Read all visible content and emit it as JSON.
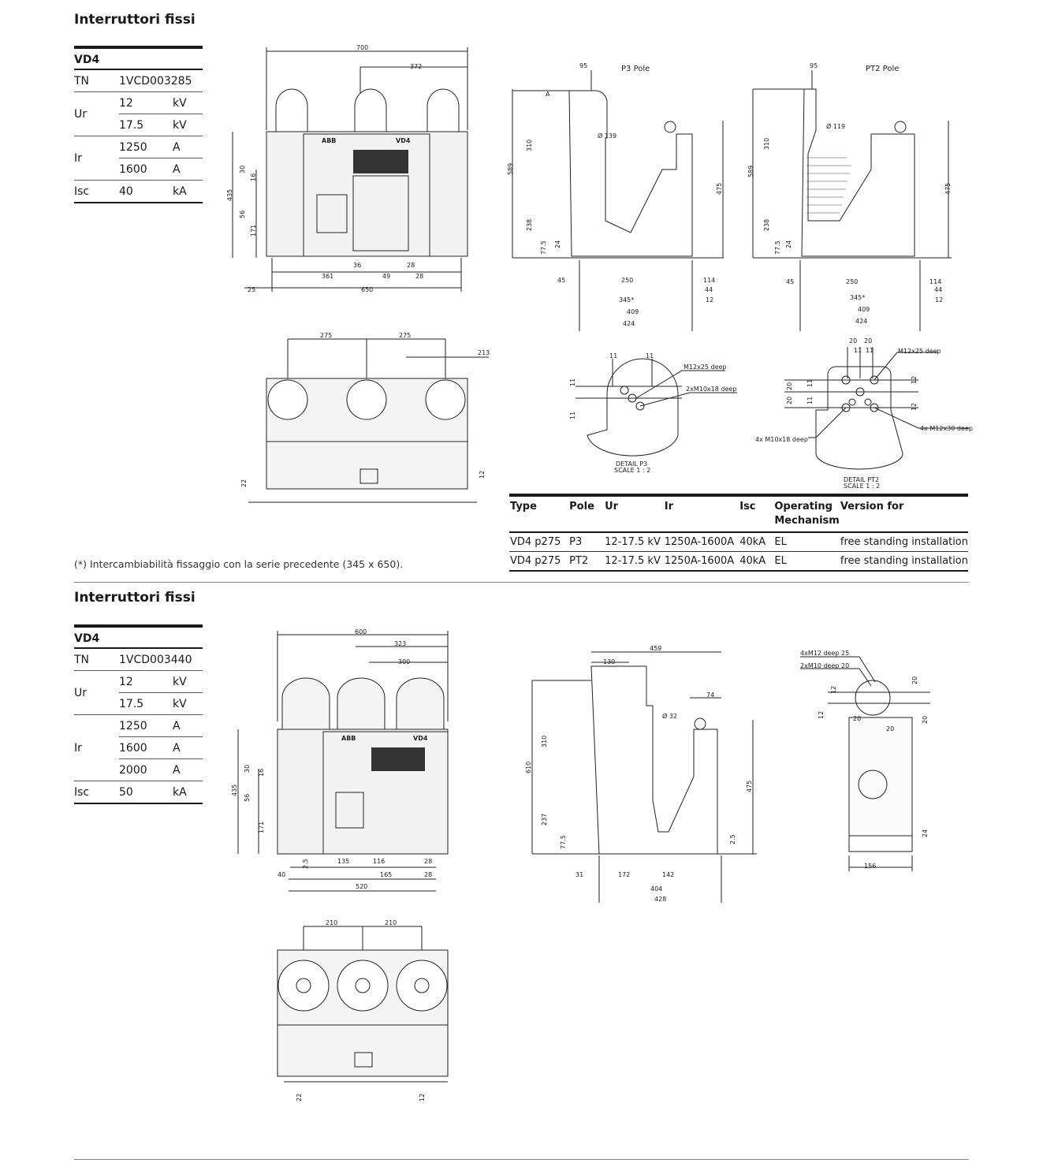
{
  "section1": {
    "title": "Interruttori fissi",
    "spec": {
      "header": "VD4",
      "tn_label": "TN",
      "tn": "1VCD003285",
      "ur_label": "Ur",
      "ur": [
        {
          "v": "12",
          "u": "kV"
        },
        {
          "v": "17.5",
          "u": "kV"
        }
      ],
      "ir_label": "Ir",
      "ir": [
        {
          "v": "1250",
          "u": "A"
        },
        {
          "v": "1600",
          "u": "A"
        }
      ],
      "isc_label": "Isc",
      "isc": {
        "v": "40",
        "u": "kA"
      }
    },
    "front_dims": [
      "700",
      "372",
      "30",
      "16",
      "435",
      "56",
      "171",
      "36",
      "28",
      "361",
      "49",
      "28",
      "25",
      "650"
    ],
    "p3": {
      "title": "P3 Pole",
      "dims": [
        "95",
        "A",
        "310",
        "589",
        "238",
        "77.5",
        "24",
        "Ø 139",
        "475",
        "45",
        "250",
        "114",
        "44",
        "12",
        "345*",
        "409",
        "424"
      ]
    },
    "pt2": {
      "title": "PT2 Pole",
      "dims": [
        "95",
        "310",
        "589",
        "238",
        "77.5",
        "24",
        "Ø 119",
        "475",
        "45",
        "250",
        "114",
        "44",
        "12",
        "345*",
        "409",
        "424"
      ]
    },
    "top_dims": [
      "275",
      "275",
      "213",
      "22",
      "12"
    ],
    "detail_p3": {
      "dims": [
        "11",
        "11",
        "11",
        "11",
        "M12x25 deep",
        "2xM10x18 deep"
      ],
      "caption": "DETAIL P3",
      "scale": "SCALE 1 : 2"
    },
    "detail_pt2": {
      "dims": [
        "20",
        "20",
        "11",
        "11",
        "20",
        "20",
        "11",
        "11",
        "12",
        "12",
        "M12x25 deep",
        "4x M12x30 deep",
        "4x M10x18 deep"
      ],
      "caption": "DETAIL PT2",
      "scale": "SCALE 1 : 2"
    },
    "footnote": "(*) Intercambiabilità  fissaggio con la  serie precedente (345 x 650).",
    "table": {
      "headers": [
        "Type",
        "Pole",
        "Ur",
        "Ir",
        "Isc",
        "Operating Mechanism",
        "Version for"
      ],
      "rows": [
        [
          "VD4 p275",
          "P3",
          "12-17.5 kV",
          "1250A-1600A",
          "40kA",
          "EL",
          "free standing installation"
        ],
        [
          "VD4 p275",
          "PT2",
          "12-17.5 kV",
          "1250A-1600A",
          "40kA",
          "EL",
          "free standing installation"
        ]
      ]
    }
  },
  "section2": {
    "title": "Interruttori fissi",
    "spec": {
      "header": "VD4",
      "tn_label": "TN",
      "tn": "1VCD003440",
      "ur_label": "Ur",
      "ur": [
        {
          "v": "12",
          "u": "kV"
        },
        {
          "v": "17.5",
          "u": "kV"
        }
      ],
      "ir_label": "Ir",
      "ir": [
        {
          "v": "1250",
          "u": "A"
        },
        {
          "v": "1600",
          "u": "A"
        },
        {
          "v": "2000",
          "u": "A"
        }
      ],
      "isc_label": "Isc",
      "isc": {
        "v": "50",
        "u": "kA"
      }
    },
    "front_dims": [
      "600",
      "323",
      "300",
      "30",
      "16",
      "435",
      "56",
      "171",
      "2.5",
      "135",
      "116",
      "28",
      "40",
      "165",
      "28",
      "520"
    ],
    "side_dims": [
      "459",
      "130",
      "74",
      "Ø 32",
      "610",
      "310",
      "475",
      "237",
      "77.5",
      "2.5",
      "31",
      "172",
      "142",
      "404",
      "428"
    ],
    "detail_dims": [
      "4xM12 deep 25",
      "2xM10 deep 20",
      "12",
      "12",
      "20",
      "20",
      "20",
      "20",
      "24",
      "156"
    ],
    "top_dims": [
      "210",
      "210",
      "22",
      "12"
    ]
  },
  "brand": {
    "logo": "ABB",
    "model": "VD4"
  }
}
